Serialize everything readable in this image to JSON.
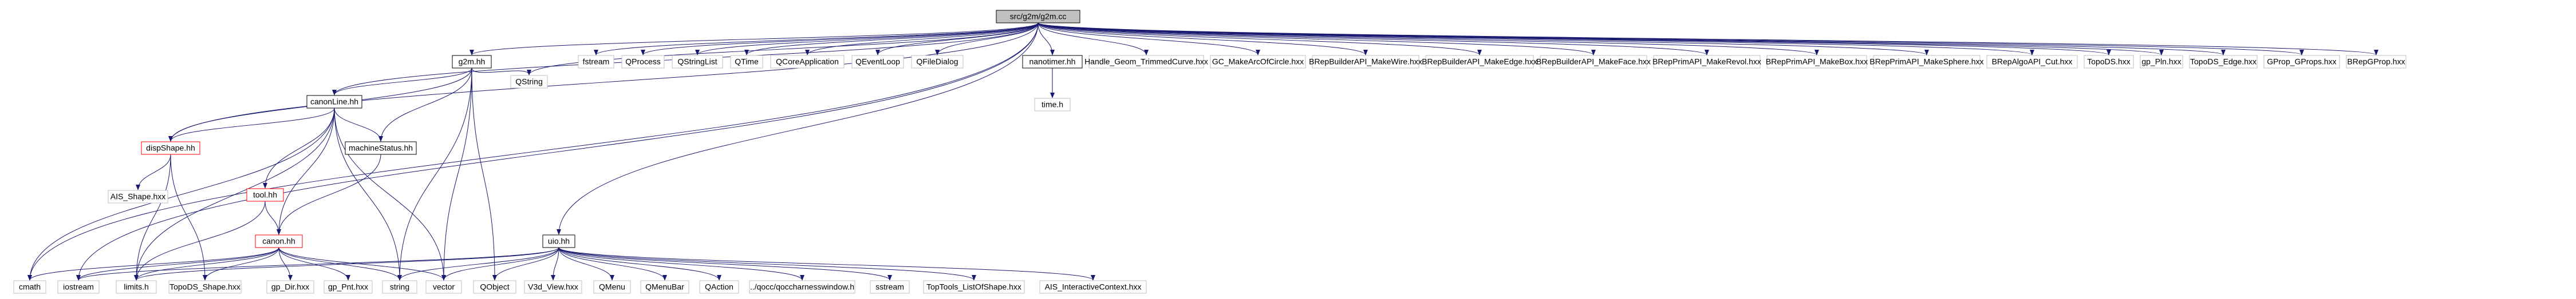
{
  "diagram": {
    "colors": {
      "edge": "#191970",
      "root_fill": "#bfbfbf",
      "local_border": "#000000",
      "system_border": "#bfbfbf",
      "incomplete_border": "#ff0000"
    },
    "nodes": [
      {
        "id": "root",
        "label": "src/g2m/g2m.cc",
        "kind": "root"
      },
      {
        "id": "g2m_hh",
        "label": "g2m.hh",
        "kind": "local"
      },
      {
        "id": "nanotimer",
        "label": "nanotimer.hh",
        "kind": "local"
      },
      {
        "id": "canonLine",
        "label": "canonLine.hh",
        "kind": "local"
      },
      {
        "id": "dispShape",
        "label": "dispShape.hh",
        "kind": "warn"
      },
      {
        "id": "machineStatus",
        "label": "machineStatus.hh",
        "kind": "local"
      },
      {
        "id": "tool",
        "label": "tool.hh",
        "kind": "warn"
      },
      {
        "id": "canon",
        "label": "canon.hh",
        "kind": "warn"
      },
      {
        "id": "uio",
        "label": "uio.hh",
        "kind": "local"
      },
      {
        "id": "fstream",
        "label": "fstream",
        "kind": "sys"
      },
      {
        "id": "QProcess",
        "label": "QProcess",
        "kind": "sys"
      },
      {
        "id": "QStringList",
        "label": "QStringList",
        "kind": "sys"
      },
      {
        "id": "QTime",
        "label": "QTime",
        "kind": "sys"
      },
      {
        "id": "QCoreApplication",
        "label": "QCoreApplication",
        "kind": "sys"
      },
      {
        "id": "QEventLoop",
        "label": "QEventLoop",
        "kind": "sys"
      },
      {
        "id": "QFileDialog",
        "label": "QFileDialog",
        "kind": "sys"
      },
      {
        "id": "Handle_Geom",
        "label": "Handle_Geom_TrimmedCurve.hxx",
        "kind": "sys"
      },
      {
        "id": "GC_Make",
        "label": "GC_MakeArcOfCircle.hxx",
        "kind": "sys"
      },
      {
        "id": "MakeWire",
        "label": "BRepBuilderAPI_MakeWire.hxx",
        "kind": "sys"
      },
      {
        "id": "MakeEdge",
        "label": "BRepBuilderAPI_MakeEdge.hxx",
        "kind": "sys"
      },
      {
        "id": "MakeFace",
        "label": "BRepBuilderAPI_MakeFace.hxx",
        "kind": "sys"
      },
      {
        "id": "MakeRevol",
        "label": "BRepPrimAPI_MakeRevol.hxx",
        "kind": "sys"
      },
      {
        "id": "MakeBox",
        "label": "BRepPrimAPI_MakeBox.hxx",
        "kind": "sys"
      },
      {
        "id": "MakeSphere",
        "label": "BRepPrimAPI_MakeSphere.hxx",
        "kind": "sys"
      },
      {
        "id": "Cut",
        "label": "BRepAlgoAPI_Cut.hxx",
        "kind": "sys"
      },
      {
        "id": "TopoDS",
        "label": "TopoDS.hxx",
        "kind": "sys"
      },
      {
        "id": "gp_Pln",
        "label": "gp_Pln.hxx",
        "kind": "sys"
      },
      {
        "id": "TopoDS_Edge",
        "label": "TopoDS_Edge.hxx",
        "kind": "sys"
      },
      {
        "id": "GProp",
        "label": "GProp_GProps.hxx",
        "kind": "sys"
      },
      {
        "id": "BRepGProp",
        "label": "BRepGProp.hxx",
        "kind": "sys"
      },
      {
        "id": "QString",
        "label": "QString",
        "kind": "sys"
      },
      {
        "id": "time_h",
        "label": "time.h",
        "kind": "sys"
      },
      {
        "id": "AIS_Shape",
        "label": "AIS_Shape.hxx",
        "kind": "sys"
      },
      {
        "id": "cmath",
        "label": "cmath",
        "kind": "sys"
      },
      {
        "id": "iostream",
        "label": "iostream",
        "kind": "sys"
      },
      {
        "id": "limits",
        "label": "limits.h",
        "kind": "sys"
      },
      {
        "id": "TopoDS_Shape",
        "label": "TopoDS_Shape.hxx",
        "kind": "sys"
      },
      {
        "id": "gp_Dir",
        "label": "gp_Dir.hxx",
        "kind": "sys"
      },
      {
        "id": "gp_Pnt",
        "label": "gp_Pnt.hxx",
        "kind": "sys"
      },
      {
        "id": "string",
        "label": "string",
        "kind": "sys"
      },
      {
        "id": "vector",
        "label": "vector",
        "kind": "sys"
      },
      {
        "id": "QObject",
        "label": "QObject",
        "kind": "sys"
      },
      {
        "id": "V3d_View",
        "label": "V3d_View.hxx",
        "kind": "sys"
      },
      {
        "id": "QMenu",
        "label": "QMenu",
        "kind": "sys"
      },
      {
        "id": "QMenuBar",
        "label": "QMenuBar",
        "kind": "sys"
      },
      {
        "id": "QAction",
        "label": "QAction",
        "kind": "sys"
      },
      {
        "id": "qocc",
        "label": "../qocc/qoccharnesswindow.h",
        "kind": "sys"
      },
      {
        "id": "sstream",
        "label": "sstream",
        "kind": "sys"
      },
      {
        "id": "TopTools",
        "label": "TopTools_ListOfShape.hxx",
        "kind": "sys"
      },
      {
        "id": "AIS_Interactive",
        "label": "AIS_InteractiveContext.hxx",
        "kind": "sys"
      }
    ],
    "edges": [
      [
        "root",
        "g2m_hh"
      ],
      [
        "root",
        "nanotimer"
      ],
      [
        "root",
        "fstream"
      ],
      [
        "root",
        "QProcess"
      ],
      [
        "root",
        "QStringList"
      ],
      [
        "root",
        "QTime"
      ],
      [
        "root",
        "QCoreApplication"
      ],
      [
        "root",
        "QEventLoop"
      ],
      [
        "root",
        "QFileDialog"
      ],
      [
        "root",
        "Handle_Geom"
      ],
      [
        "root",
        "GC_Make"
      ],
      [
        "root",
        "MakeWire"
      ],
      [
        "root",
        "MakeEdge"
      ],
      [
        "root",
        "MakeFace"
      ],
      [
        "root",
        "MakeRevol"
      ],
      [
        "root",
        "MakeBox"
      ],
      [
        "root",
        "MakeSphere"
      ],
      [
        "root",
        "Cut"
      ],
      [
        "root",
        "TopoDS"
      ],
      [
        "root",
        "gp_Pln"
      ],
      [
        "root",
        "TopoDS_Edge"
      ],
      [
        "root",
        "GProp"
      ],
      [
        "root",
        "BRepGProp"
      ],
      [
        "root",
        "canonLine"
      ],
      [
        "root",
        "dispShape"
      ],
      [
        "root",
        "uio"
      ],
      [
        "root",
        "QString"
      ],
      [
        "root",
        "cmath"
      ],
      [
        "root",
        "iostream"
      ],
      [
        "g2m_hh",
        "canonLine"
      ],
      [
        "g2m_hh",
        "dispShape"
      ],
      [
        "g2m_hh",
        "machineStatus"
      ],
      [
        "g2m_hh",
        "QString"
      ],
      [
        "g2m_hh",
        "vector"
      ],
      [
        "g2m_hh",
        "QObject"
      ],
      [
        "g2m_hh",
        "string"
      ],
      [
        "nanotimer",
        "time_h"
      ],
      [
        "canonLine",
        "dispShape"
      ],
      [
        "canonLine",
        "machineStatus"
      ],
      [
        "canonLine",
        "tool"
      ],
      [
        "canonLine",
        "canon"
      ],
      [
        "canonLine",
        "cmath"
      ],
      [
        "canonLine",
        "limits"
      ],
      [
        "canonLine",
        "string"
      ],
      [
        "canonLine",
        "vector"
      ],
      [
        "dispShape",
        "AIS_Shape"
      ],
      [
        "dispShape",
        "TopoDS_Shape"
      ],
      [
        "dispShape",
        "limits"
      ],
      [
        "machineStatus",
        "canon"
      ],
      [
        "tool",
        "canon"
      ],
      [
        "tool",
        "limits"
      ],
      [
        "canon",
        "limits"
      ],
      [
        "canon",
        "TopoDS_Shape"
      ],
      [
        "canon",
        "gp_Dir"
      ],
      [
        "canon",
        "gp_Pnt"
      ],
      [
        "canon",
        "string"
      ],
      [
        "canon",
        "iostream"
      ],
      [
        "canon",
        "cmath"
      ],
      [
        "canon",
        "vector"
      ],
      [
        "uio",
        "iostream"
      ],
      [
        "uio",
        "limits"
      ],
      [
        "uio",
        "string"
      ],
      [
        "uio",
        "vector"
      ],
      [
        "uio",
        "QObject"
      ],
      [
        "uio",
        "V3d_View"
      ],
      [
        "uio",
        "QMenu"
      ],
      [
        "uio",
        "QMenuBar"
      ],
      [
        "uio",
        "QAction"
      ],
      [
        "uio",
        "qocc"
      ],
      [
        "uio",
        "sstream"
      ],
      [
        "uio",
        "TopTools"
      ],
      [
        "uio",
        "AIS_Interactive"
      ]
    ]
  }
}
